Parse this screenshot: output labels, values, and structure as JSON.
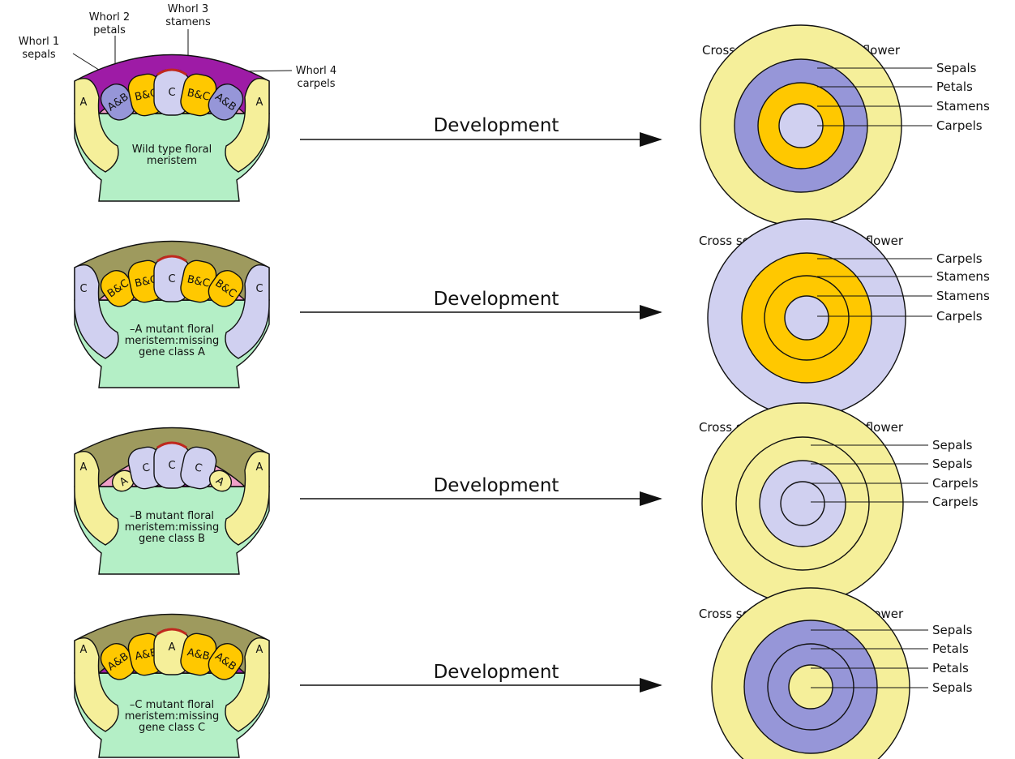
{
  "colors": {
    "sepal": "#f5ef9a",
    "petal": "#9696d8",
    "stamen": "#ffc800",
    "carpel": "#d0d0f0",
    "meristem": "#b4efc6",
    "whorl1_band": "#9e1ba6",
    "mutant_band": "#9e9a5e",
    "pink": "#f0a0c8",
    "yellow_inner": "#f2e84a",
    "purple_inner": "#9e1ba6",
    "red": "#c0281e"
  },
  "whorl_labels": {
    "w1": "Whorl 1",
    "w1_sub": "sepals",
    "w2": "Whorl 2",
    "w2_sub": "petals",
    "w3": "Whorl 3",
    "w3_sub": "stamens",
    "w4": "Whorl 4",
    "w4_sub": "carpels"
  },
  "arrow_label": "Development",
  "panels": [
    {
      "meristem_text": [
        "Wild type floral",
        "meristem"
      ],
      "outer_letter": "A",
      "cells": [
        "A&B",
        "B&C",
        "C",
        "B&C",
        "A&B"
      ],
      "cross_title": "Cross section of wild-type flower",
      "rings": [
        "Sepals",
        "Petals",
        "Stamens",
        "Carpels"
      ]
    },
    {
      "meristem_text": [
        "–A mutant floral",
        "meristem:missing",
        "gene class A"
      ],
      "outer_letter": "C",
      "cells": [
        "B&C",
        "B&C",
        "C",
        "B&C",
        "B&C"
      ],
      "cross_title": "Cross section of –A mutant flower",
      "rings": [
        "Carpels",
        "Stamens",
        "Stamens",
        "Carpels"
      ]
    },
    {
      "meristem_text": [
        "–B mutant floral",
        "meristem:missing",
        "gene class B"
      ],
      "outer_letter": "A",
      "cells": [
        "A",
        "C",
        "C",
        "C",
        "A"
      ],
      "cross_title": "Cross section of –A mutant flower",
      "rings": [
        "Sepals",
        "Sepals",
        "Carpels",
        "Carpels"
      ]
    },
    {
      "meristem_text": [
        "–C mutant floral",
        "meristem:missing",
        "gene class C"
      ],
      "outer_letter": "A",
      "cells": [
        "A&B",
        "A&B",
        "A",
        "A&B",
        "A&B"
      ],
      "cross_title": "Cross section of –C mutant flower",
      "rings": [
        "Sepals",
        "Petals",
        "Petals",
        "Sepals"
      ]
    }
  ]
}
